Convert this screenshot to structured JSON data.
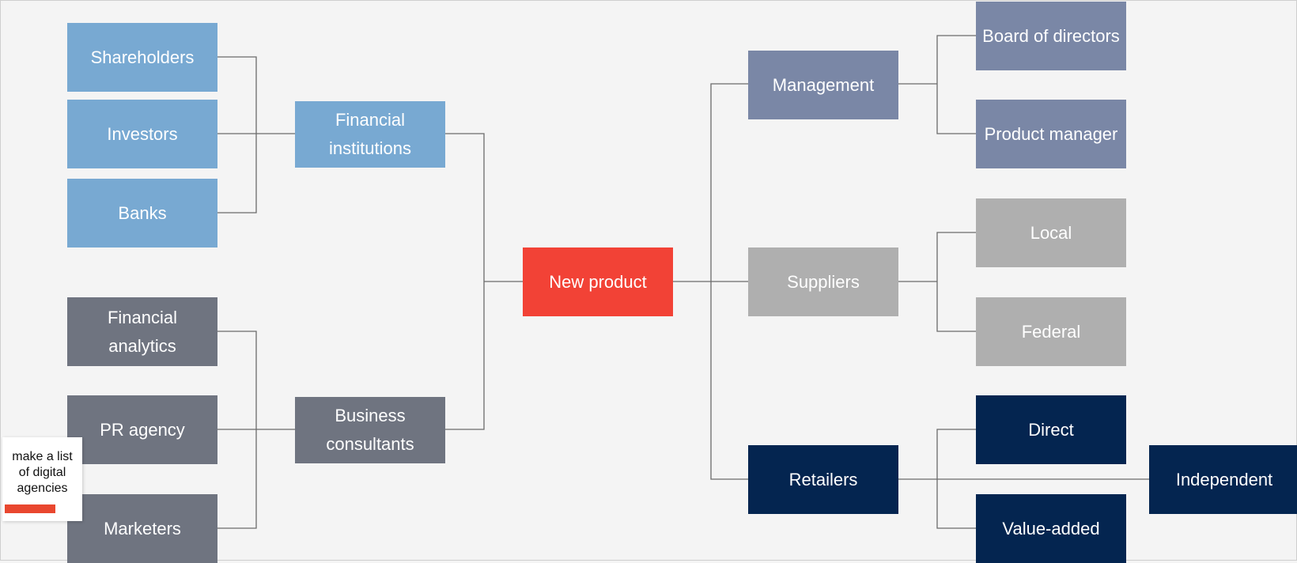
{
  "diagram": {
    "center": "New product",
    "left": {
      "financial_institutions": {
        "label": "Financial institutions",
        "children": [
          "Shareholders",
          "Investors",
          "Banks"
        ]
      },
      "business_consultants": {
        "label": "Business consultants",
        "children": [
          "Financial analytics",
          "PR agency",
          "Marketers"
        ]
      }
    },
    "right": {
      "management": {
        "label": "Management",
        "children": [
          "Board of directors",
          "Product manager"
        ]
      },
      "suppliers": {
        "label": "Suppliers",
        "children": [
          "Local",
          "Federal"
        ]
      },
      "retailers": {
        "label": "Retailers",
        "children": [
          "Direct",
          "Independent",
          "Value-added"
        ]
      }
    }
  },
  "sticky_note": {
    "text": "make a list of digital agencies"
  },
  "colors": {
    "background": "#f4f4f4",
    "connector": "#6b6b6b",
    "financial_group": "#78a9d2",
    "consultant_group": "#6f7480",
    "center": "#f24236",
    "management_group": "#7a87a6",
    "supplier_group": "#afafaf",
    "retailer_group": "#042550",
    "sticky_accent": "#e9472f"
  }
}
